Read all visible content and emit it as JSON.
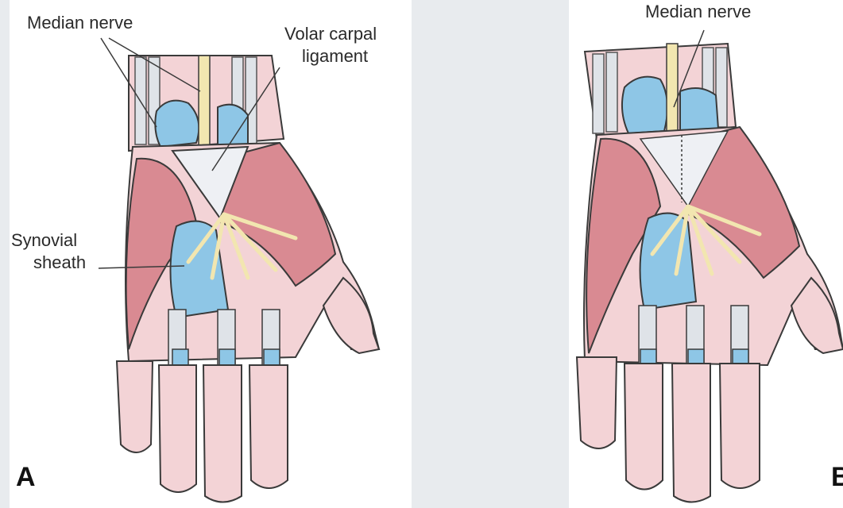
{
  "panels": [
    {
      "id": "A",
      "letter": "A",
      "labels": {
        "median_nerve": "Median nerve",
        "volar_line1": "Volar carpal",
        "volar_line2": "ligament",
        "synovial_line1": "Synovial",
        "synovial_line2": "sheath"
      }
    },
    {
      "id": "B",
      "letter": "B",
      "labels": {
        "median_nerve": "Median nerve"
      }
    }
  ],
  "colors": {
    "skin": "#f3d3d6",
    "muscle": "#d98a92",
    "sheath": "#8ec6e6",
    "nerve": "#f2e6b0",
    "ligament": "#eef0f4",
    "outline": "#3a3a3a",
    "background": "#e8ebee"
  }
}
